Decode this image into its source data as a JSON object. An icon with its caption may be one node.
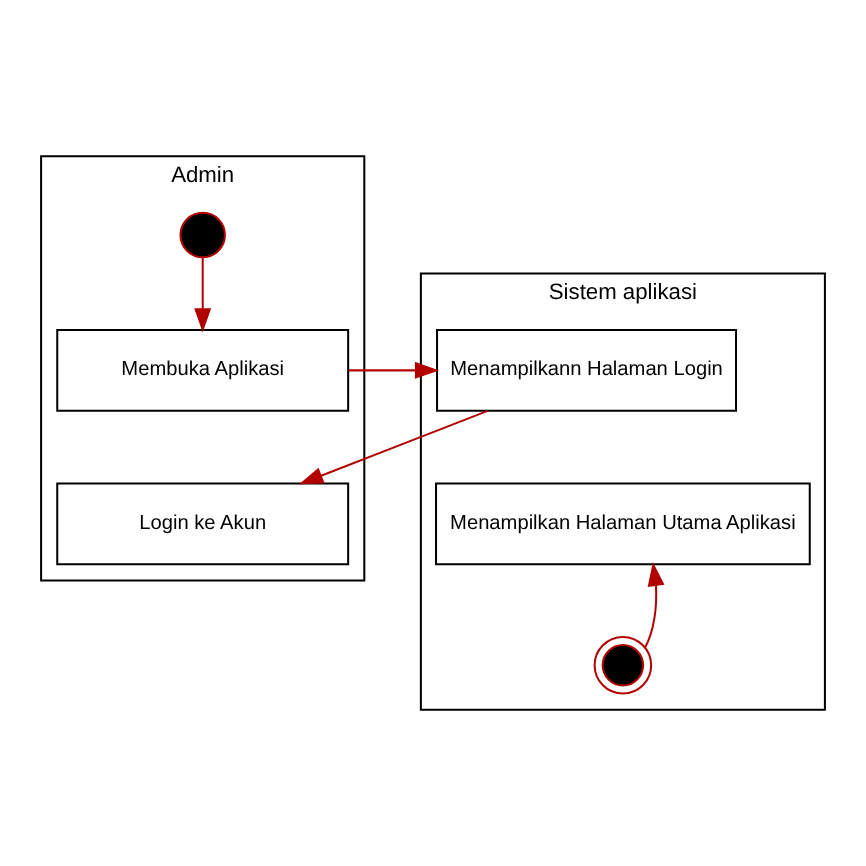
{
  "diagram": {
    "nodes": [
      {
        "text": [
          "Admin"
        ]
      },
      {
        "text": [
          "Sistem aplikasi"
        ]
      },
      {
        "text": [],
        "shape": "circle",
        "in": 0
      },
      {
        "text": [
          "Membuka Aplikasi"
        ],
        "in": 0
      },
      {
        "text": [
          "Login ke Akun"
        ],
        "in": 0
      },
      {
        "text": [
          "Menampilkann Halaman Login"
        ],
        "in": 1
      },
      {
        "text": [
          "Menampilkan Halaman Utama Aplikasi"
        ],
        "in": 1
      },
      {
        "text": [],
        "shape": "circle",
        "in": 1
      }
    ],
    "edges": [
      {
        "from": 2,
        "to": 3,
        "arrow": "to"
      },
      {
        "from": 3,
        "to": 5,
        "arrow": "to"
      },
      {
        "from": 5,
        "to": 4,
        "arrow": "to"
      },
      {
        "from": 7,
        "to": 6,
        "arrow": "to"
      }
    ]
  }
}
